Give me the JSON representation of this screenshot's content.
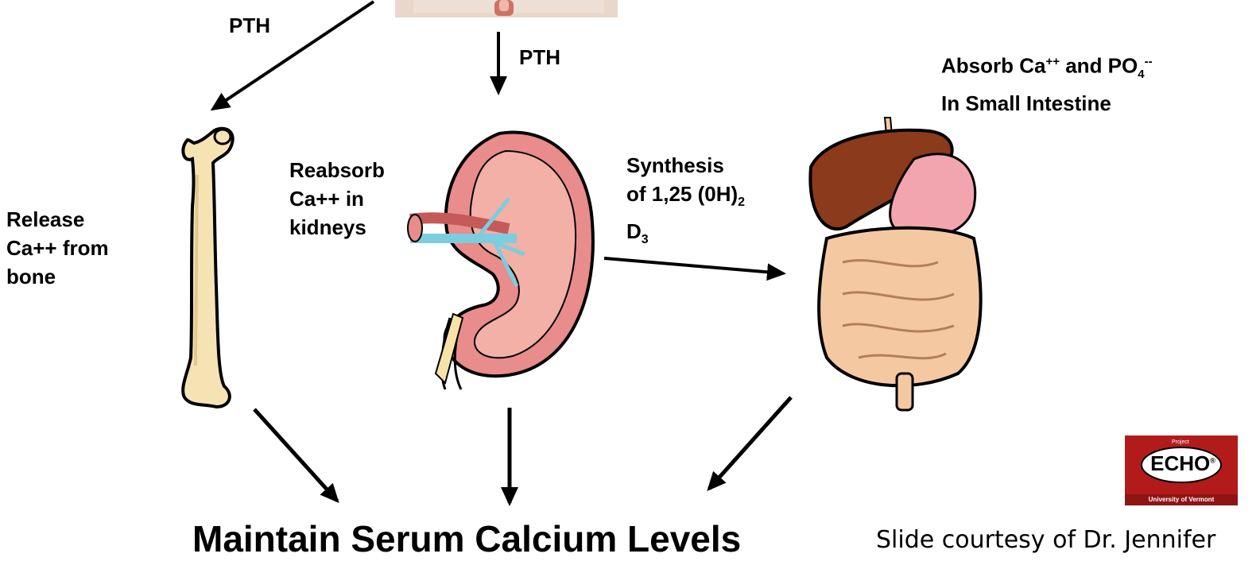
{
  "top_pth_left": "PTH",
  "top_pth_center": "PTH",
  "intestine_label": {
    "line1_prefix": "Absorb Ca",
    "line1_sup1": "++",
    "line1_mid": " and PO",
    "line1_sub": "4",
    "line1_sup2": "--",
    "line2": "In Small Intestine"
  },
  "bone_label": [
    "Release",
    "Ca++ from",
    "bone"
  ],
  "kidney_label": [
    "Reabsorb",
    "Ca++ in",
    "kidneys"
  ],
  "synthesis_label": {
    "line1": "Synthesis",
    "line2_prefix": "of 1,25 (0H)",
    "line2_sub": "2",
    "line3_prefix": "D",
    "line3_sub": "3"
  },
  "main_title": "Maintain Serum Calcium Levels",
  "credit": "Slide courtesy of Dr. Jennifer",
  "logo": {
    "top_text": "Project",
    "main_text": "ECHO",
    "registered": "®",
    "bottom_text": "University of Vermont"
  },
  "colors": {
    "bone": "#f6e3b4",
    "kidney": "#e88c8c",
    "liver": "#8b3a1c",
    "stomach": "#f2a5ae",
    "intestine": "#f4c9a2",
    "logo_red": "#b31b1b"
  }
}
